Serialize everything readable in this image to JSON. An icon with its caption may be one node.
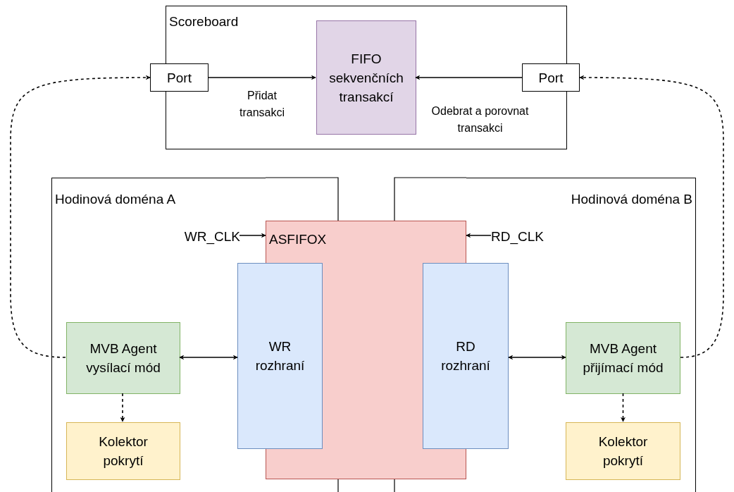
{
  "diagram": {
    "nodes": [
      {
        "text": [
          "Scoreboard"
        ]
      },
      {
        "text": [
          "Port"
        ]
      },
      {
        "text": [
          "FIFO sekvenčních transakcí"
        ],
        "in": 0
      },
      {
        "text": [
          "Port"
        ]
      },
      {
        "text": [
          "Hodinová doména A"
        ]
      },
      {
        "text": [
          "Hodinová doména B"
        ]
      },
      {
        "text": [
          "ASFIFOX"
        ]
      },
      {
        "text": [
          "WR rozhraní"
        ]
      },
      {
        "text": [
          "RD rozhraní"
        ]
      },
      {
        "text": [
          "MVB Agent vysílací mód"
        ],
        "in": 4
      },
      {
        "text": [
          "Kolektor pokrytí"
        ],
        "in": 4
      },
      {
        "text": [
          "MVB Agent přijímací mód"
        ],
        "in": 5
      },
      {
        "text": [
          "Kolektor pokrytí"
        ],
        "in": 5
      },
      {
        "text": [
          "WR_CLK"
        ],
        "in": 4
      },
      {
        "text": [
          "RD_CLK"
        ],
        "in": 5
      }
    ],
    "edges": [
      {
        "from": 1,
        "to": 2,
        "arrow": "to",
        "label": "Přidat transakci"
      },
      {
        "from": 3,
        "to": 2,
        "arrow": "to",
        "label": "Odebrat a porovnat transakci"
      },
      {
        "from": 9,
        "to": 1,
        "arrow": "to",
        "style": "dashed"
      },
      {
        "from": 11,
        "to": 3,
        "arrow": "to",
        "style": "dashed"
      },
      {
        "from": 9,
        "to": 7,
        "arrow": "both"
      },
      {
        "from": 8,
        "to": 11,
        "arrow": "both"
      },
      {
        "from": 9,
        "to": 10,
        "arrow": "to",
        "style": "dashed"
      },
      {
        "from": 11,
        "to": 12,
        "arrow": "to",
        "style": "dashed"
      },
      {
        "from": 13,
        "to": 6,
        "arrow": "to"
      },
      {
        "from": 14,
        "to": 6,
        "arrow": "to"
      }
    ]
  }
}
